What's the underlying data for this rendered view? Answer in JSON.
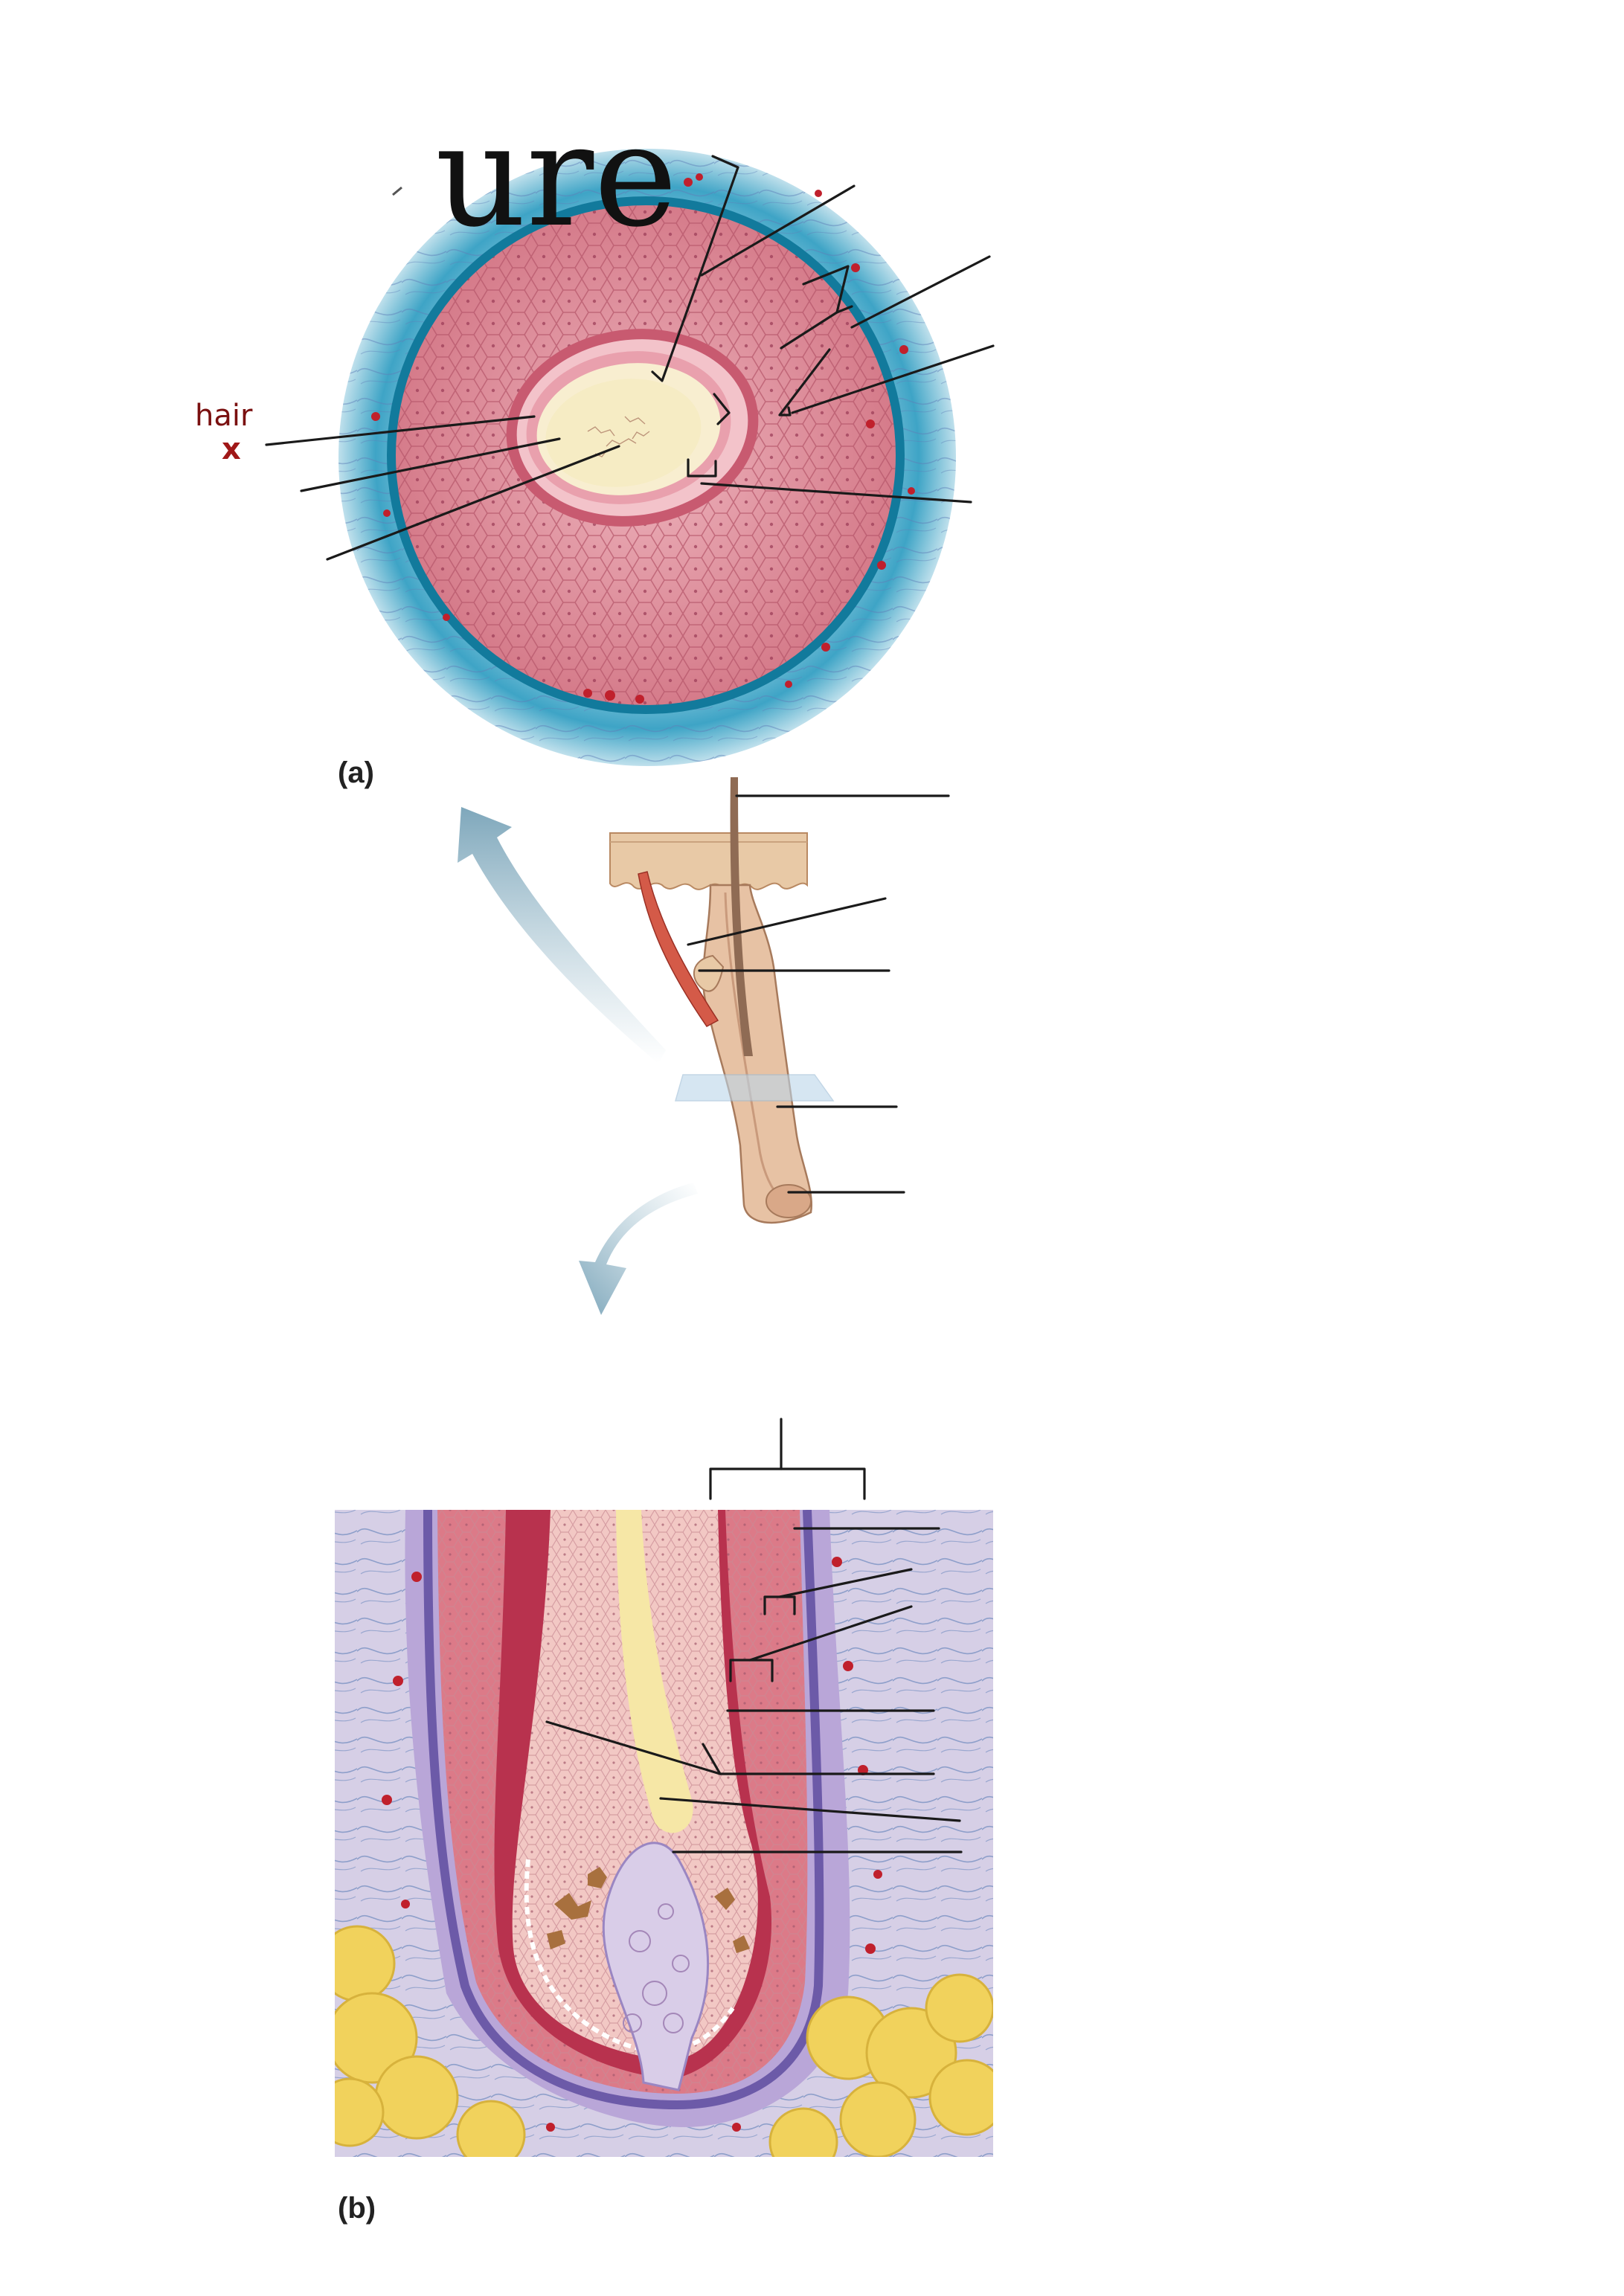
{
  "title_fragment": "ure",
  "annotation": {
    "text": "hair",
    "mark": "x",
    "color": "#a01818"
  },
  "panel_a": {
    "label": "(a)"
  },
  "panel_b": {
    "label": "(b)"
  },
  "colors": {
    "epithelium": "#d9848f",
    "epithelium_dark": "#c25a6c",
    "connective": "#4aa7c7",
    "connective_dark": "#127a9c",
    "medulla": "#f6ecc4",
    "fat": "#f1d25c",
    "dermis": "#c9b3d6",
    "blood": "#c0202c",
    "arrow": "#9fbfce"
  },
  "icons": [
    "curved-arrow-icon",
    "x-mark-icon"
  ]
}
